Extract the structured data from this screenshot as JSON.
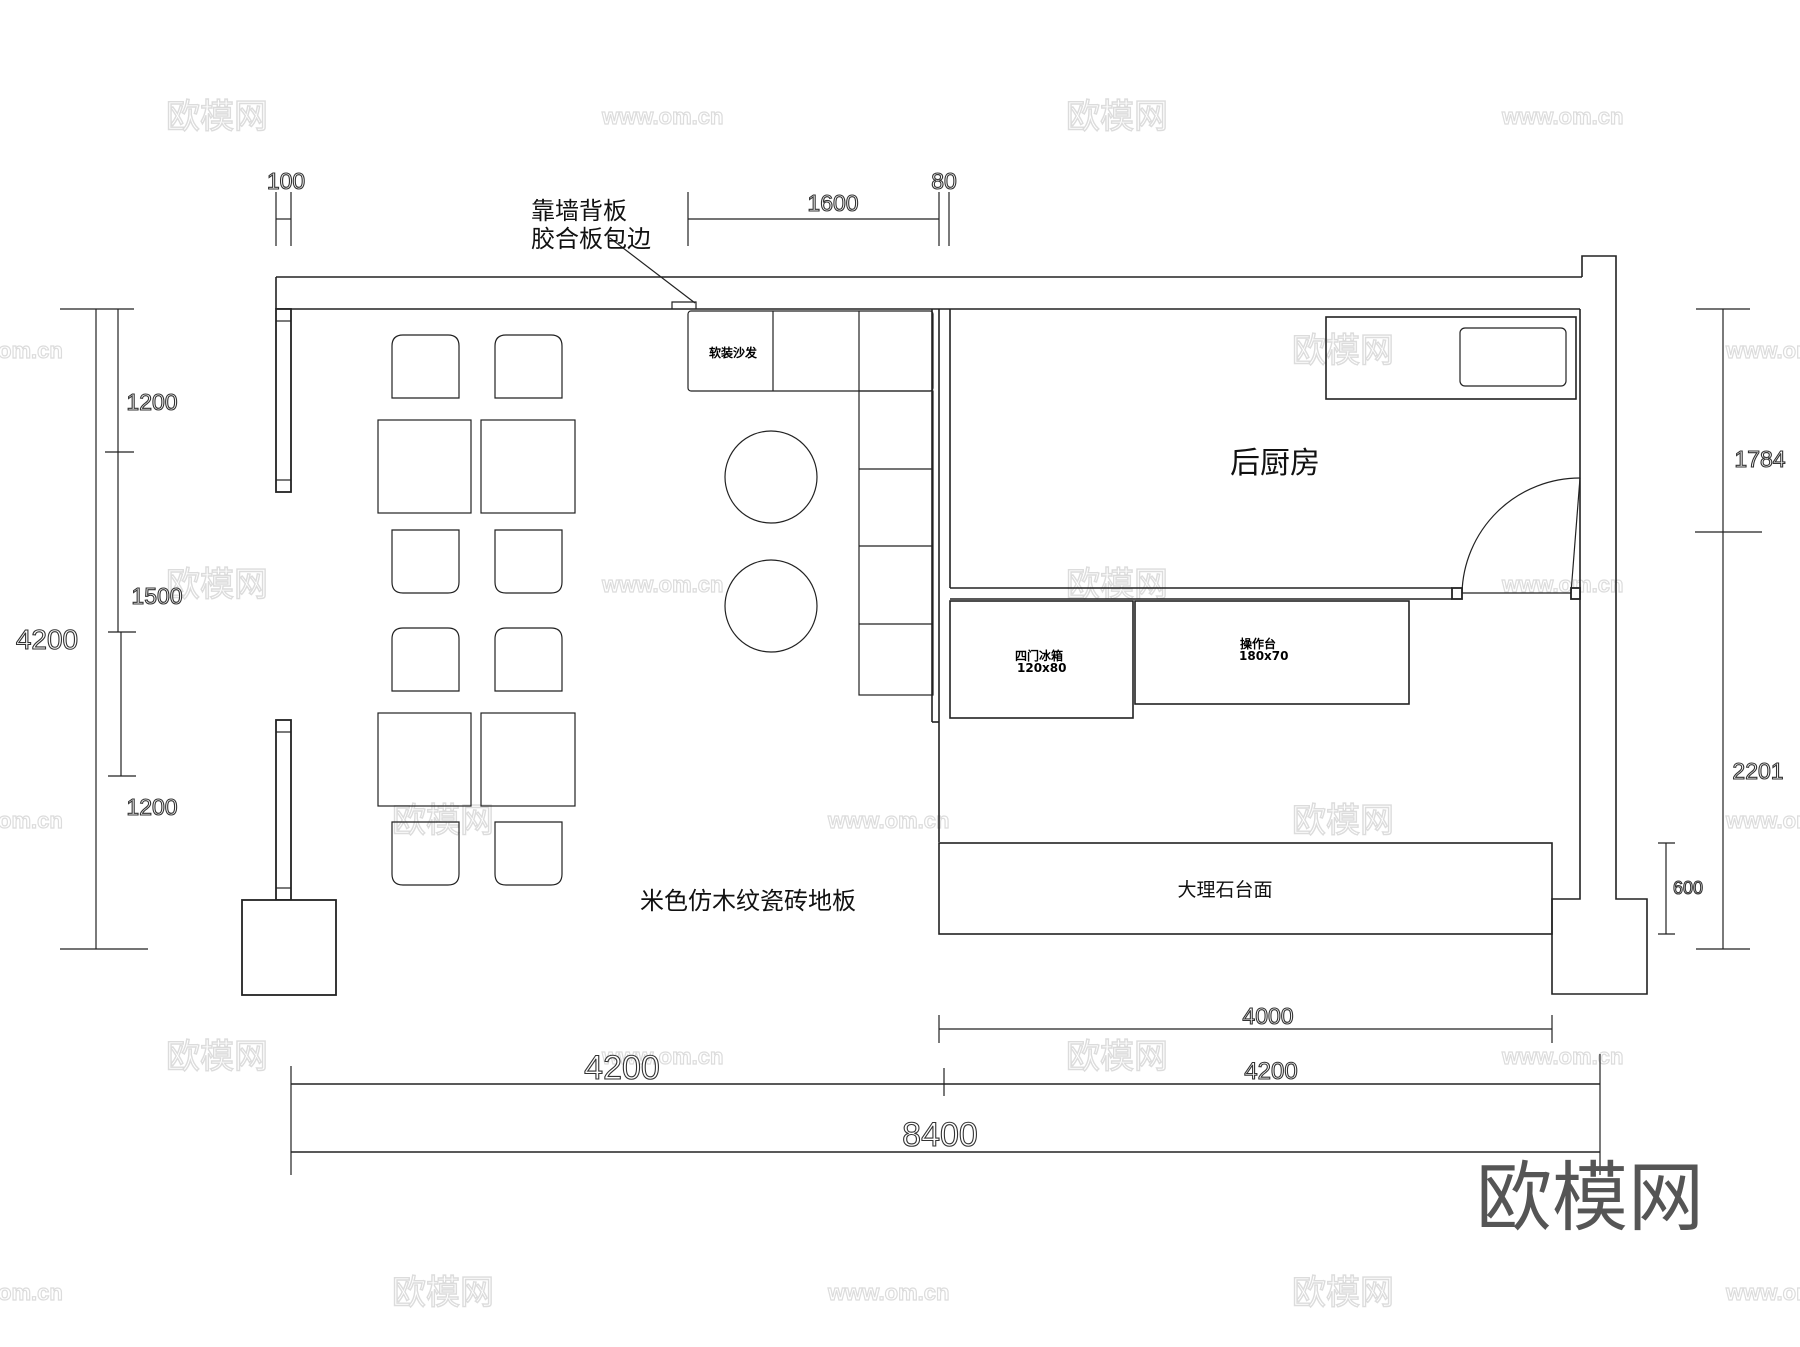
{
  "watermarks": {
    "brand": "欧模网",
    "url": "www.om.cn",
    "url_partial": "om.cn"
  },
  "brand_logo": "欧模网",
  "dimensions": {
    "top_left_wall": "100",
    "top_backboard": "1600",
    "top_partition": "80",
    "left_total": "4200",
    "left_window_top": "1200",
    "left_door": "1500",
    "left_window_bottom": "1200",
    "right_upper": "1784",
    "right_lower": "2201",
    "right_counter_depth": "600",
    "bottom_counter": "4000",
    "bottom_left_half": "4200",
    "bottom_right_half": "4200",
    "bottom_total": "8400"
  },
  "annotations": {
    "backboard_line1": "靠墙背板",
    "backboard_line2": "胶合板包边",
    "floor": "米色仿木纹瓷砖地板"
  },
  "rooms": {
    "kitchen": "后厨房"
  },
  "furniture": {
    "sofa": "软装沙发",
    "fridge_name": "四门冰箱",
    "fridge_size": "120x80",
    "workbench_name": "操作台",
    "workbench_size": "180x70",
    "counter": "大理石台面"
  }
}
